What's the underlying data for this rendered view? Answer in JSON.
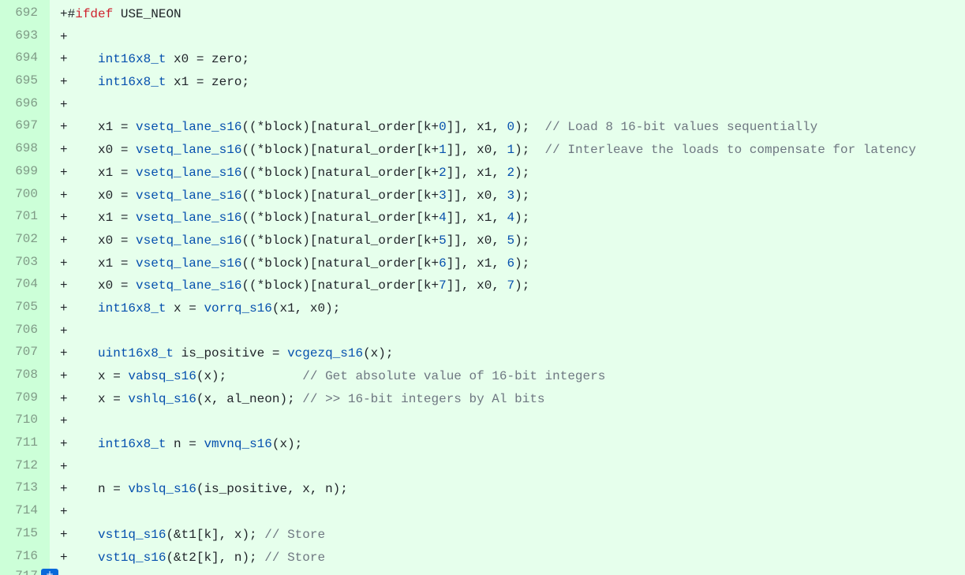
{
  "diff": {
    "add_marker": "+",
    "lines": [
      {
        "num": "692",
        "tokens": [
          {
            "t": "#",
            "c": ""
          },
          {
            "t": "ifdef",
            "c": "kw"
          },
          {
            "t": " USE_NEON",
            "c": ""
          }
        ]
      },
      {
        "num": "693",
        "tokens": []
      },
      {
        "num": "694",
        "tokens": [
          {
            "t": "    ",
            "c": ""
          },
          {
            "t": "int16x8_t",
            "c": "ty"
          },
          {
            "t": " x0 = zero;",
            "c": ""
          }
        ]
      },
      {
        "num": "695",
        "tokens": [
          {
            "t": "    ",
            "c": ""
          },
          {
            "t": "int16x8_t",
            "c": "ty"
          },
          {
            "t": " x1 = zero;",
            "c": ""
          }
        ]
      },
      {
        "num": "696",
        "tokens": []
      },
      {
        "num": "697",
        "tokens": [
          {
            "t": "    x1 = ",
            "c": ""
          },
          {
            "t": "vsetq_lane_s16",
            "c": "fn"
          },
          {
            "t": "((*block)[natural_order[k+",
            "c": ""
          },
          {
            "t": "0",
            "c": "num"
          },
          {
            "t": "]], x1, ",
            "c": ""
          },
          {
            "t": "0",
            "c": "num"
          },
          {
            "t": ");  ",
            "c": ""
          },
          {
            "t": "// Load 8 16-bit values sequentially",
            "c": "cm"
          }
        ]
      },
      {
        "num": "698",
        "tokens": [
          {
            "t": "    x0 = ",
            "c": ""
          },
          {
            "t": "vsetq_lane_s16",
            "c": "fn"
          },
          {
            "t": "((*block)[natural_order[k+",
            "c": ""
          },
          {
            "t": "1",
            "c": "num"
          },
          {
            "t": "]], x0, ",
            "c": ""
          },
          {
            "t": "1",
            "c": "num"
          },
          {
            "t": ");  ",
            "c": ""
          },
          {
            "t": "// Interleave the loads to compensate for latency",
            "c": "cm"
          }
        ]
      },
      {
        "num": "699",
        "tokens": [
          {
            "t": "    x1 = ",
            "c": ""
          },
          {
            "t": "vsetq_lane_s16",
            "c": "fn"
          },
          {
            "t": "((*block)[natural_order[k+",
            "c": ""
          },
          {
            "t": "2",
            "c": "num"
          },
          {
            "t": "]], x1, ",
            "c": ""
          },
          {
            "t": "2",
            "c": "num"
          },
          {
            "t": ");",
            "c": ""
          }
        ]
      },
      {
        "num": "700",
        "tokens": [
          {
            "t": "    x0 = ",
            "c": ""
          },
          {
            "t": "vsetq_lane_s16",
            "c": "fn"
          },
          {
            "t": "((*block)[natural_order[k+",
            "c": ""
          },
          {
            "t": "3",
            "c": "num"
          },
          {
            "t": "]], x0, ",
            "c": ""
          },
          {
            "t": "3",
            "c": "num"
          },
          {
            "t": ");",
            "c": ""
          }
        ]
      },
      {
        "num": "701",
        "tokens": [
          {
            "t": "    x1 = ",
            "c": ""
          },
          {
            "t": "vsetq_lane_s16",
            "c": "fn"
          },
          {
            "t": "((*block)[natural_order[k+",
            "c": ""
          },
          {
            "t": "4",
            "c": "num"
          },
          {
            "t": "]], x1, ",
            "c": ""
          },
          {
            "t": "4",
            "c": "num"
          },
          {
            "t": ");",
            "c": ""
          }
        ]
      },
      {
        "num": "702",
        "tokens": [
          {
            "t": "    x0 = ",
            "c": ""
          },
          {
            "t": "vsetq_lane_s16",
            "c": "fn"
          },
          {
            "t": "((*block)[natural_order[k+",
            "c": ""
          },
          {
            "t": "5",
            "c": "num"
          },
          {
            "t": "]], x0, ",
            "c": ""
          },
          {
            "t": "5",
            "c": "num"
          },
          {
            "t": ");",
            "c": ""
          }
        ]
      },
      {
        "num": "703",
        "tokens": [
          {
            "t": "    x1 = ",
            "c": ""
          },
          {
            "t": "vsetq_lane_s16",
            "c": "fn"
          },
          {
            "t": "((*block)[natural_order[k+",
            "c": ""
          },
          {
            "t": "6",
            "c": "num"
          },
          {
            "t": "]], x1, ",
            "c": ""
          },
          {
            "t": "6",
            "c": "num"
          },
          {
            "t": ");",
            "c": ""
          }
        ]
      },
      {
        "num": "704",
        "tokens": [
          {
            "t": "    x0 = ",
            "c": ""
          },
          {
            "t": "vsetq_lane_s16",
            "c": "fn"
          },
          {
            "t": "((*block)[natural_order[k+",
            "c": ""
          },
          {
            "t": "7",
            "c": "num"
          },
          {
            "t": "]], x0, ",
            "c": ""
          },
          {
            "t": "7",
            "c": "num"
          },
          {
            "t": ");",
            "c": ""
          }
        ]
      },
      {
        "num": "705",
        "tokens": [
          {
            "t": "    ",
            "c": ""
          },
          {
            "t": "int16x8_t",
            "c": "ty"
          },
          {
            "t": " x = ",
            "c": ""
          },
          {
            "t": "vorrq_s16",
            "c": "fn"
          },
          {
            "t": "(x1, x0);",
            "c": ""
          }
        ]
      },
      {
        "num": "706",
        "tokens": []
      },
      {
        "num": "707",
        "tokens": [
          {
            "t": "    ",
            "c": ""
          },
          {
            "t": "uint16x8_t",
            "c": "ty"
          },
          {
            "t": " is_positive = ",
            "c": ""
          },
          {
            "t": "vcgezq_s16",
            "c": "fn"
          },
          {
            "t": "(x);",
            "c": ""
          }
        ]
      },
      {
        "num": "708",
        "tokens": [
          {
            "t": "    x = ",
            "c": ""
          },
          {
            "t": "vabsq_s16",
            "c": "fn"
          },
          {
            "t": "(x);          ",
            "c": ""
          },
          {
            "t": "// Get absolute value of 16-bit integers",
            "c": "cm"
          }
        ]
      },
      {
        "num": "709",
        "tokens": [
          {
            "t": "    x = ",
            "c": ""
          },
          {
            "t": "vshlq_s16",
            "c": "fn"
          },
          {
            "t": "(x, al_neon); ",
            "c": ""
          },
          {
            "t": "// >> 16-bit integers by Al bits",
            "c": "cm"
          }
        ]
      },
      {
        "num": "710",
        "tokens": []
      },
      {
        "num": "711",
        "tokens": [
          {
            "t": "    ",
            "c": ""
          },
          {
            "t": "int16x8_t",
            "c": "ty"
          },
          {
            "t": " n = ",
            "c": ""
          },
          {
            "t": "vmvnq_s16",
            "c": "fn"
          },
          {
            "t": "(x);",
            "c": ""
          }
        ]
      },
      {
        "num": "712",
        "tokens": []
      },
      {
        "num": "713",
        "tokens": [
          {
            "t": "    n = ",
            "c": ""
          },
          {
            "t": "vbslq_s16",
            "c": "fn"
          },
          {
            "t": "(is_positive, x, n);",
            "c": ""
          }
        ]
      },
      {
        "num": "714",
        "tokens": []
      },
      {
        "num": "715",
        "tokens": [
          {
            "t": "    ",
            "c": ""
          },
          {
            "t": "vst1q_s16",
            "c": "fn"
          },
          {
            "t": "(&t1[k], x); ",
            "c": ""
          },
          {
            "t": "// Store",
            "c": "cm"
          }
        ]
      },
      {
        "num": "716",
        "tokens": [
          {
            "t": "    ",
            "c": ""
          },
          {
            "t": "vst1q_s16",
            "c": "fn"
          },
          {
            "t": "(&t2[k], n); ",
            "c": ""
          },
          {
            "t": "// Store",
            "c": "cm"
          }
        ]
      }
    ],
    "partial_line_num": "717",
    "expand_button_label": "+"
  },
  "colors": {
    "added_bg": "#e6ffec",
    "gutter_bg": "#ccffd8",
    "keyword": "#cf222e",
    "function": "#0550ae",
    "comment": "#6e7781",
    "expand_button": "#0969da"
  }
}
